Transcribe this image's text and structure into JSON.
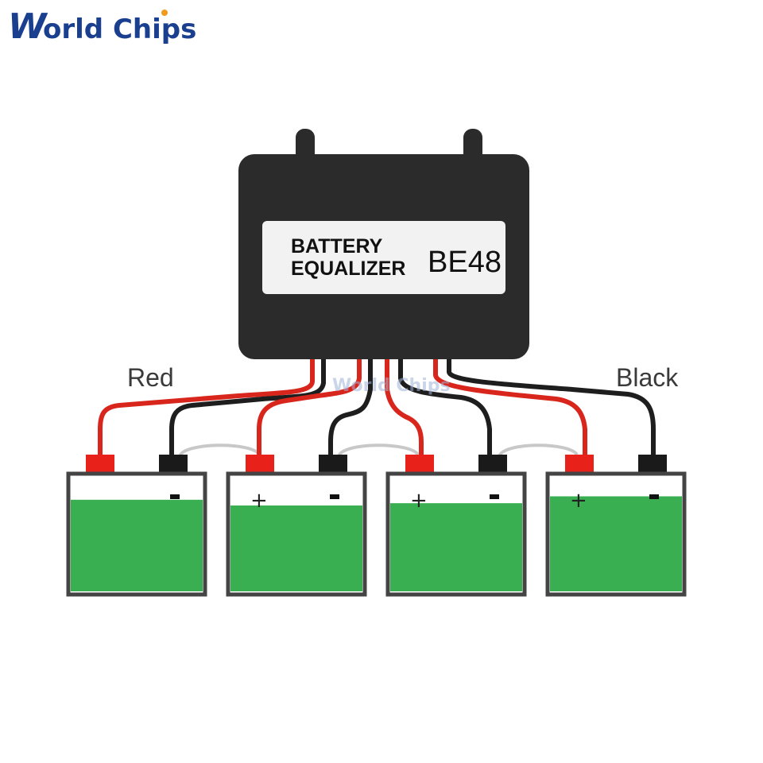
{
  "brand": {
    "logo_text_w": "W",
    "logo_text_rest": "orld Chips",
    "watermark": "World Chips",
    "colors": {
      "logo_blue": "#1a3f8f",
      "logo_orange": "#f29a1f"
    }
  },
  "device": {
    "line1": "BATTERY",
    "line2": "EQUALIZER",
    "model": "BE48",
    "colors": {
      "body": "#2b2b2b",
      "label_bg": "#f2f2f2"
    }
  },
  "wire_labels": {
    "left": "Red",
    "right": "Black"
  },
  "batteries": [
    {
      "plus_label": "",
      "minus_label": "-",
      "fill_level": 0.8
    },
    {
      "plus_label": "+",
      "minus_label": "-",
      "fill_level": 0.75
    },
    {
      "plus_label": "+",
      "minus_label": "-",
      "fill_level": 0.77
    },
    {
      "plus_label": "+",
      "minus_label": "-",
      "fill_level": 0.83
    }
  ],
  "colors": {
    "red_wire": "#d9261c",
    "black_wire": "#1e1e1e",
    "link_wire": "#c8c8c8",
    "battery_green": "#3aaf52",
    "battery_frame": "#444444",
    "terminal_red": "#e8211b",
    "terminal_black": "#1a1a1a"
  }
}
